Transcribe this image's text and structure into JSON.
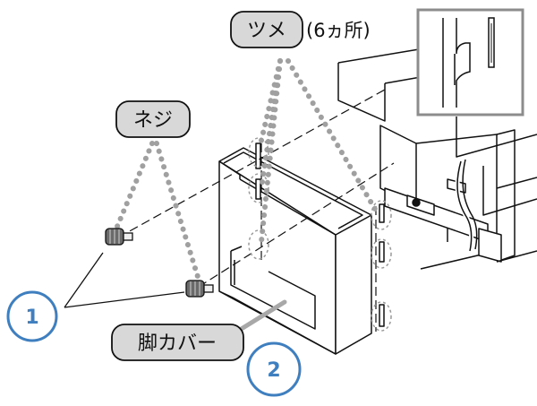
{
  "labels": {
    "tsume": "ツメ",
    "tsume_count": "(6ヵ所)",
    "screw": "ネジ",
    "leg_cover": "脚カバー"
  },
  "steps": {
    "one": "1",
    "two": "2"
  },
  "colors": {
    "pill_fill": "#d8d8d8",
    "dotted_leader": "#a0a0a0",
    "step_circle": "#3f7fbf",
    "line": "#111111",
    "inset_border": "#8c8c8c"
  }
}
